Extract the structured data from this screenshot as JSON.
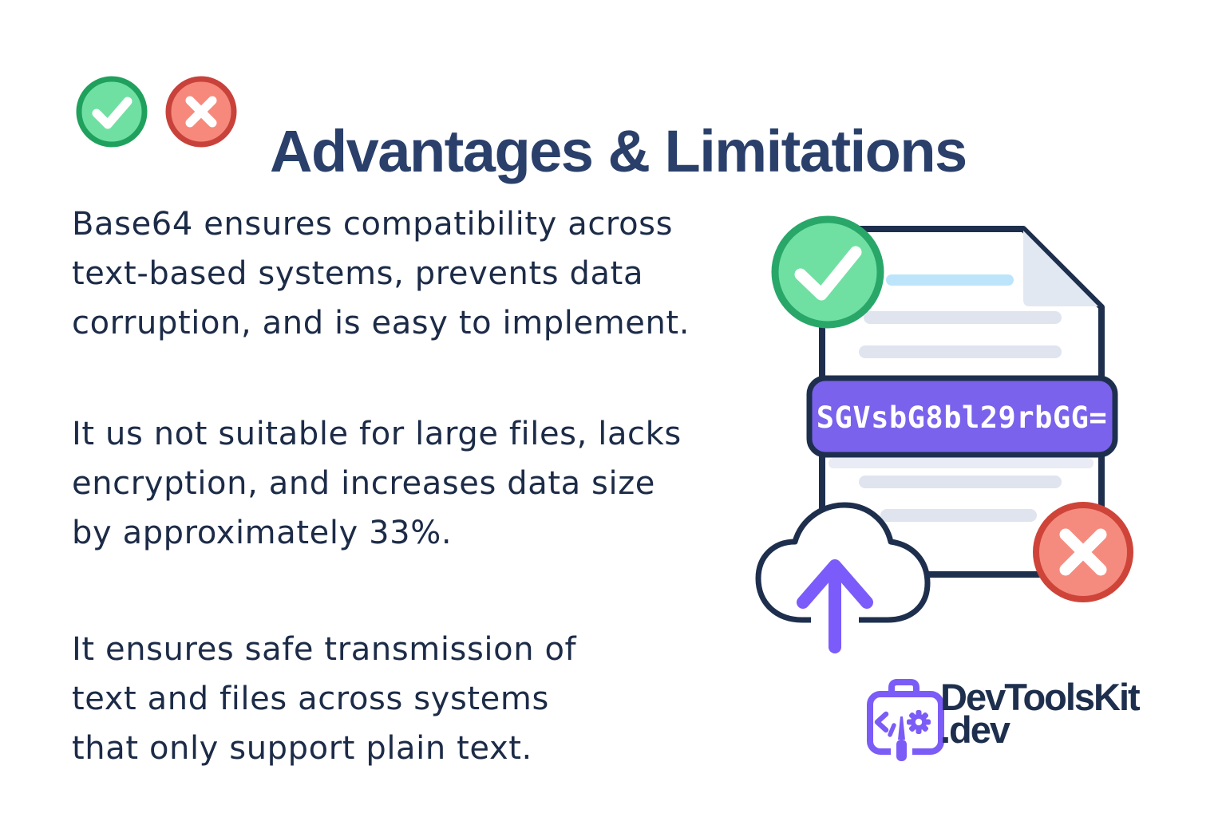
{
  "header": {
    "title": "Advantages & Limitations"
  },
  "paragraphs": [
    {
      "topic": "advantages",
      "lines": [
        "Base64 ensures compatibility across",
        "text-based systems, prevents data",
        "corruption, and is easy to implement."
      ]
    },
    {
      "topic": "limitations",
      "lines": [
        "It us not suitable for large files, lacks",
        "encryption, and increases data size",
        "by approximately 33%."
      ]
    },
    {
      "topic": "safe-transmission",
      "lines": [
        "It ensures safe transmission of",
        "text and files across systems",
        "that only support plain text."
      ]
    }
  ],
  "illustration": {
    "badge_text": "SGVsbG8bl29rbGG=",
    "icon_names": {
      "advantage": "check-circle-icon",
      "limitation": "cross-circle-icon",
      "document": "document-icon",
      "upload": "cloud-upload-icon"
    }
  },
  "logo": {
    "name": "DevToolsKit",
    "tld": ".dev",
    "icon": "toolbox-code-gear-icon"
  },
  "colors": {
    "background": "#FFFFFF",
    "title_text": "#2A406B",
    "body_text": "#1C2B47",
    "outline_navy": "#1E2F4E",
    "green_fill": "#70E0A2",
    "green_border": "#22A162",
    "red_fill": "#F6897B",
    "red_border": "#CB4238",
    "purple_badge": "#7A62EC",
    "purple_accent": "#7C5CF6",
    "blue_doc_line": "#BCE5FB",
    "gray_doc_line": "#DFE4EF",
    "gray_doc_bar": "#E9ECF4",
    "fold_gray": "#E2E8F2"
  }
}
